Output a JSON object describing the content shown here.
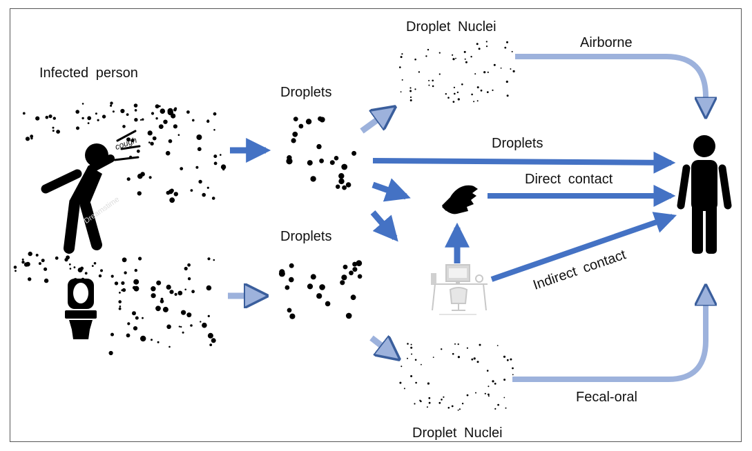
{
  "labels": {
    "infected_person": "Infected person",
    "cough": "cough",
    "droplets_top": "Droplets",
    "droplets_bottom": "Droplets",
    "droplet_nuclei_top": "Droplet Nuclei",
    "droplet_nuclei_bottom": "Droplet Nuclei",
    "airborne": "Airborne",
    "droplets_route": "Droplets",
    "direct_contact": "Direct contact",
    "indirect_contact": "Indirect contact",
    "fecal_oral": "Fecal-oral",
    "watermark": "Dreamstime"
  },
  "colors": {
    "arrow_dark": "#4472c4",
    "arrow_light": "#9db2dc",
    "arrow_outline": "#3a5e9c",
    "figure": "#000000",
    "frame": "#555555"
  },
  "icons": [
    "coughing-person-icon",
    "toilet-icon",
    "hand-icon",
    "desk-icon",
    "person-icon"
  ]
}
